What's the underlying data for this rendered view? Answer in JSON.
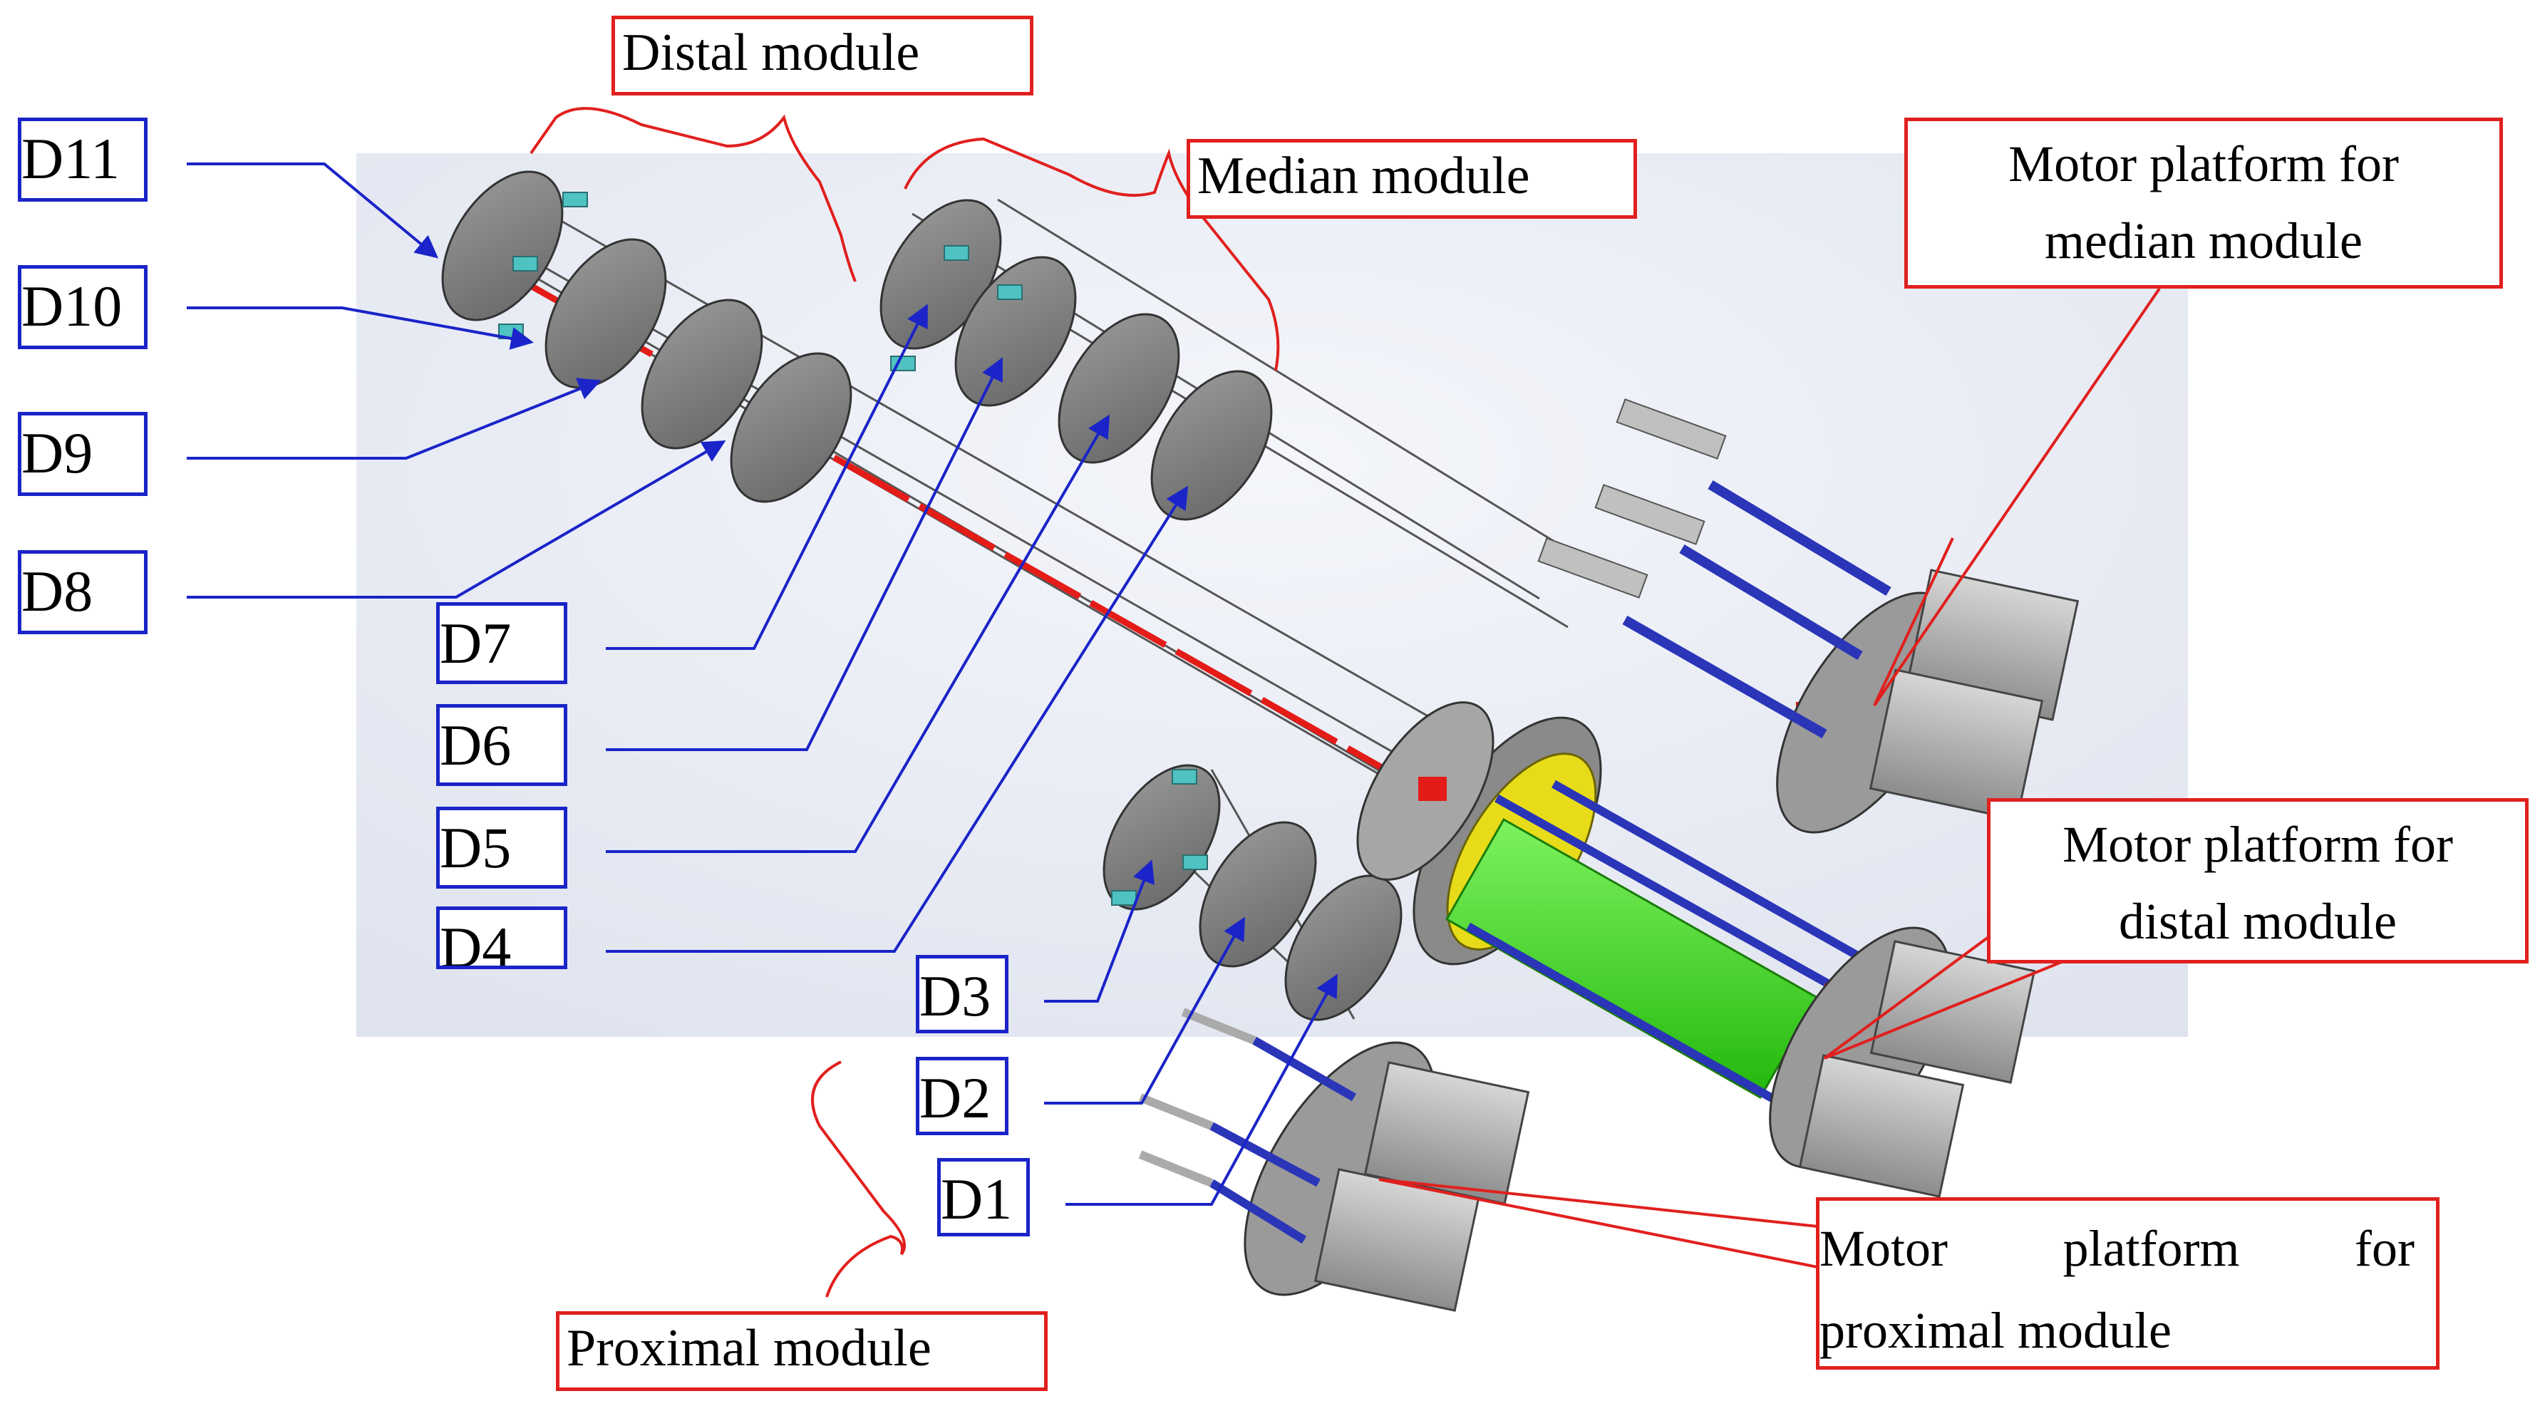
{
  "colors": {
    "callout_blue": "#1a24c8",
    "callout_red": "#e0201e",
    "disk": "#7a7a7a",
    "rod": "#e41c18",
    "motor_rod": "#2a35b8",
    "spring": "#3ee21e",
    "flange": "#e8dc1a",
    "background_panel": "#eef0f6"
  },
  "disk_labels": [
    "D11",
    "D10",
    "D9",
    "D8",
    "D7",
    "D6",
    "D5",
    "D4",
    "D3",
    "D2",
    "D1"
  ],
  "module_labels": {
    "distal": "Distal module",
    "median": "Median module",
    "proximal": "Proximal module"
  },
  "platform_labels": {
    "median_line1": "Motor platform for",
    "median_line2": "median module",
    "distal_line1": "Motor platform for",
    "distal_line2": "distal module",
    "proximal_words": [
      "Motor",
      "platform",
      "for"
    ],
    "proximal_line2": "proximal module"
  }
}
